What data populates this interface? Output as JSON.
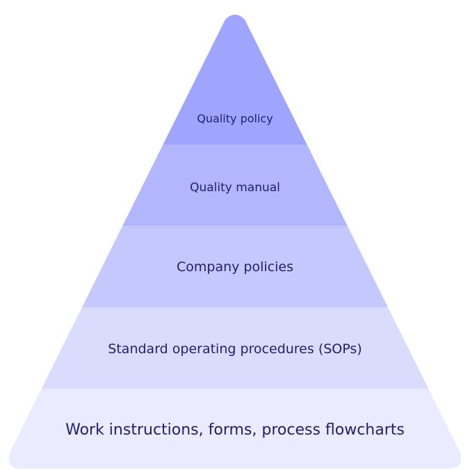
{
  "diagram": {
    "type": "pyramid",
    "layers": [
      {
        "label": "Quality policy",
        "color": "#9fa5fd"
      },
      {
        "label": "Quality manual",
        "color": "#b1b6fd"
      },
      {
        "label": "Company policies",
        "color": "#c5c8fd"
      },
      {
        "label": "Standard operating procedures (SOPs)",
        "color": "#dadcfe"
      },
      {
        "label": "Work instructions, forms, process flowcharts",
        "color": "#eaebfe"
      }
    ],
    "text_color": "#1f1f6e"
  }
}
